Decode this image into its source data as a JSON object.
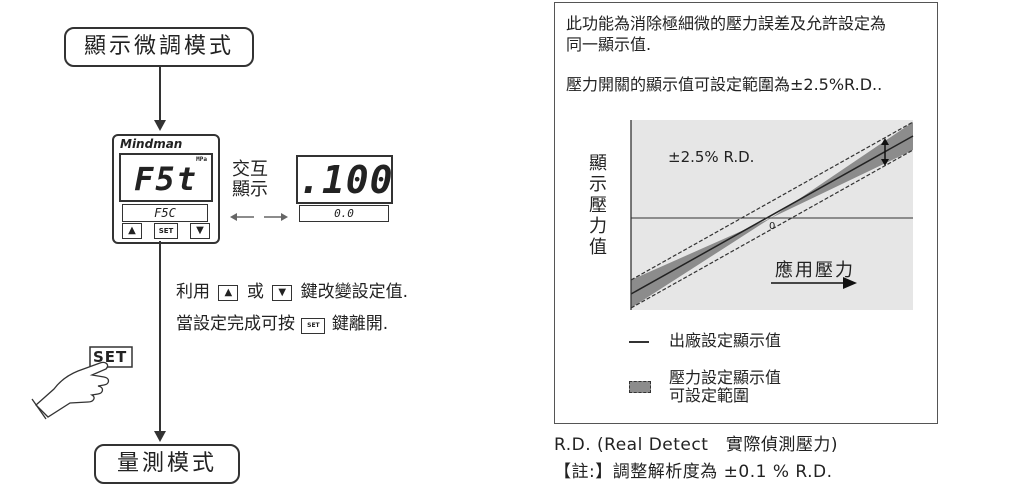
{
  "left": {
    "top_mode": "顯示微調模式",
    "bottom_mode": "量測模式",
    "device": {
      "brand": "Mindman",
      "unit": "MPa",
      "main_display": "F5t",
      "sub_display": "F5C",
      "up_key": "▲",
      "set_key": "SET",
      "down_key": "▼"
    },
    "alternate_label_line1": "交互",
    "alternate_label_line2": "顯示",
    "alt_main_display": ".100",
    "alt_sub_display": "0.0",
    "instruction_line1_a": "利用",
    "instruction_line1_b": "或",
    "instruction_line1_c": "鍵改變設定值.",
    "instruction_line2_a": "當設定完成可按",
    "instruction_line2_b": "鍵離開.",
    "set_button_label": "SET"
  },
  "right": {
    "desc_line1": "此功能為消除極細微的壓力誤差及允許設定為",
    "desc_line2": "同一顯示值.",
    "desc_line3": "壓力開關的顯示值可設定範圍為±2.5%R.D..",
    "chart_annotation": "±2.5% R.D.",
    "y_label_chars": [
      "顯",
      "示",
      "壓",
      "力",
      "值"
    ],
    "x_label": "應用壓力",
    "origin_label": "0",
    "legend_line": "出廠設定顯示值",
    "legend_band_line1": "壓力設定顯示值",
    "legend_band_line2": "可設定範圍",
    "footer_line1": "R.D. (Real Detect　實際偵測壓力)",
    "footer_line2": "【註:】調整解析度為 ±0.1 % R.D."
  },
  "colors": {
    "chart_bg": "#e6e6e6",
    "band": "#8c8c8c",
    "line": "#333333"
  }
}
